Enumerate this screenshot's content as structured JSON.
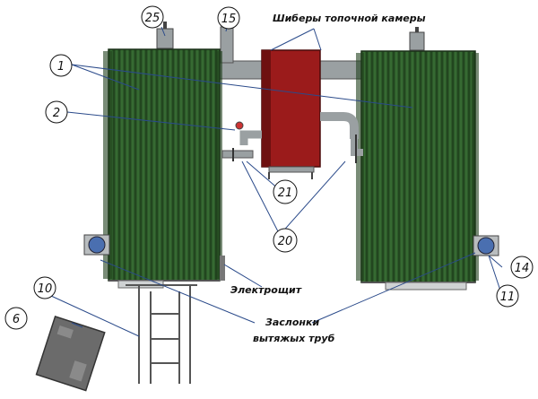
{
  "callouts": {
    "n1": "1",
    "n2": "2",
    "n6": "6",
    "n10": "10",
    "n11": "11",
    "n14": "14",
    "n15": "15",
    "n20": "20",
    "n21": "21",
    "n25": "25"
  },
  "labels": {
    "dampers_firebox": "Шиберы топочной камеры",
    "electric_panel": "Электрощит",
    "exhaust_dampers_line1": "Заслонки",
    "exhaust_dampers_line2": "вытяжых труб"
  },
  "colors": {
    "tank_green": "#2d5a2a",
    "firebox_red": "#9b1b1b",
    "pipe_grey": "#9aa0a2",
    "fan_blue": "#4a6fb0",
    "box_grey": "#6b6b6b"
  }
}
